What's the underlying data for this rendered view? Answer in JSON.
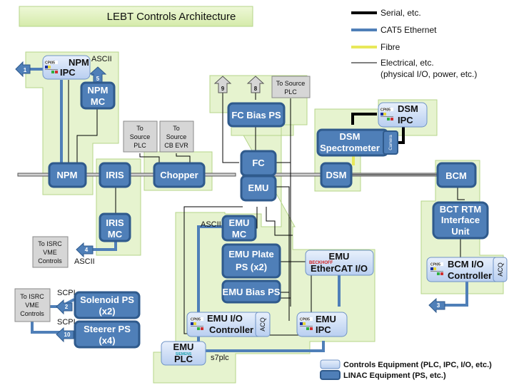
{
  "title": "LEBT Controls Architecture",
  "legend_lines": [
    {
      "label": "Serial, etc.",
      "color": "#000000",
      "style": "thick"
    },
    {
      "label": "CAT5 Ethernet",
      "color": "#4f7fb8",
      "style": "thick"
    },
    {
      "label": "Fibre",
      "color": "#e8e85a",
      "style": "thick"
    },
    {
      "label": "Electrical, etc.",
      "label2": "(physical I/O, power, etc.)",
      "color": "#000000",
      "style": "thin"
    }
  ],
  "legend_boxes": [
    {
      "label": "Controls Equipment (PLC, IPC, I/O, etc.)"
    },
    {
      "label": "LINAC Equipment (PS, etc.)"
    }
  ],
  "colors": {
    "linac": "#4f7fb8",
    "controls": "#d4e2f7",
    "zone": "#e6f3cf",
    "grey": "#d6d6d6"
  },
  "beamline": [
    "NPM",
    "IRIS",
    "Chopper",
    "FC",
    "EMU",
    "DSM",
    "BCM"
  ],
  "nodes": {
    "npm_ipc": {
      "l1": "NPM",
      "l2": "IPC",
      "logo": "CPI05"
    },
    "npm_mc": {
      "l1": "NPM",
      "l2": "MC"
    },
    "npm": "NPM",
    "iris": "IRIS",
    "iris_mc": {
      "l1": "IRIS",
      "l2": "MC"
    },
    "chopper": "Chopper",
    "fc": "FC",
    "fc_bias": "FC Bias PS",
    "emu": "EMU",
    "emu_mc": {
      "l1": "EMU",
      "l2": "MC"
    },
    "emu_plate": {
      "l1": "EMU Plate",
      "l2": "PS (x2)"
    },
    "emu_bias": "EMU Bias PS",
    "emu_io": {
      "l1": "EMU I/O",
      "l2": "Controller",
      "acq": "ACQ"
    },
    "emu_plc": {
      "l1": "EMU",
      "brand": "SIEMENS",
      "l2": "PLC"
    },
    "emu_ethercat": {
      "l1": "EMU",
      "brand": "BECKHOFF",
      "l2": "EtherCAT I/O"
    },
    "emu_ipc": {
      "l1": "EMU",
      "l2": "IPC"
    },
    "dsm": "DSM",
    "dsm_spec": {
      "l1": "DSM",
      "l2": "Spectrometer",
      "cam": "Camera"
    },
    "dsm_ipc": {
      "l1": "DSM",
      "l2": "IPC"
    },
    "bcm": "BCM",
    "bct_rtm": {
      "l1": "BCT RTM",
      "l2": "Interface",
      "l3": "Unit"
    },
    "bcm_io": {
      "l1": "BCM I/O",
      "l2": "Controller",
      "acq": "ACQ"
    },
    "solenoid": {
      "l1": "Solenoid PS",
      "l2": "(x2)"
    },
    "steerer": {
      "l1": "Steerer PS",
      "l2": "(x4)"
    }
  },
  "external": {
    "src_plc_a": {
      "l1": "To",
      "l2": "Source",
      "l3": "PLC"
    },
    "src_cb_evr": {
      "l1": "To",
      "l2": "Source",
      "l3": "CB EVR"
    },
    "src_plc_b": {
      "l1": "To Source",
      "l2": "PLC"
    },
    "isrc_a": {
      "l1": "To ISRC",
      "l2": "VME",
      "l3": "Controls"
    },
    "isrc_b": {
      "l1": "To ISRC",
      "l2": "VME",
      "l3": "Controls"
    }
  },
  "protocols": {
    "ascii": "ASCII",
    "scpi": "SCPI",
    "s7plc": "s7plc"
  },
  "connectors": [
    "1",
    "2",
    "3",
    "4",
    "5",
    "8",
    "9",
    "10"
  ]
}
